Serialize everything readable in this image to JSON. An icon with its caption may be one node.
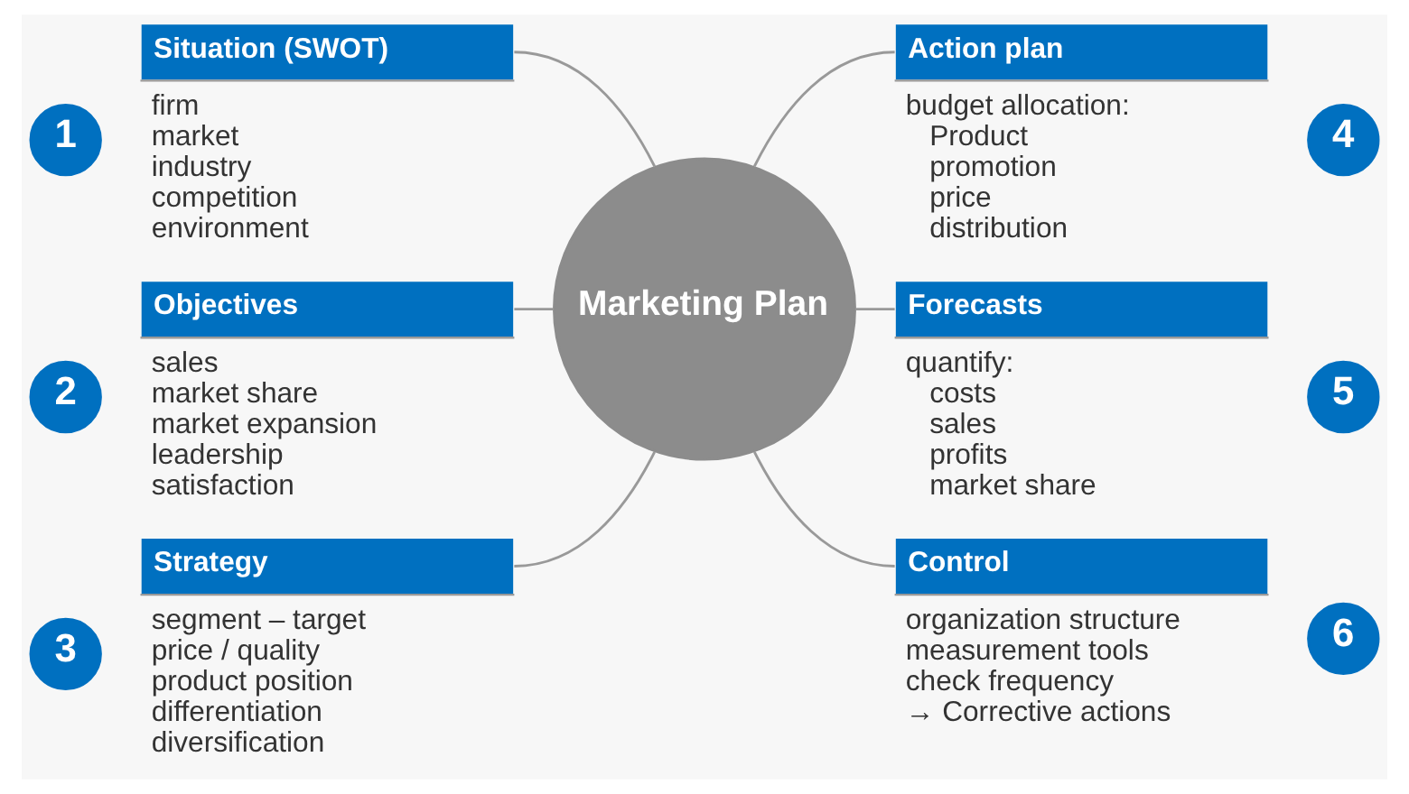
{
  "diagram": {
    "nodes": [
      {
        "text": [
          "1"
        ]
      },
      {
        "text": [
          "Situation (SWOT)"
        ],
        "beside": [
          "firm",
          "market",
          "industry",
          "competition",
          "environment"
        ]
      },
      {
        "text": [
          "Action plan"
        ],
        "beside": [
          "budget allocation:",
          "Product",
          "promotion",
          "price",
          "distribution"
        ]
      },
      {
        "text": [
          "4"
        ]
      },
      {
        "text": [
          "Marketing Plan"
        ]
      },
      {
        "text": [
          "2"
        ]
      },
      {
        "text": [
          "Objectives"
        ],
        "beside": [
          "sales",
          "market share",
          "market expansion",
          "leadership",
          "satisfaction"
        ]
      },
      {
        "text": [
          "Forecasts"
        ],
        "beside": [
          "quantify:",
          "costs",
          "sales",
          "profits",
          "market share"
        ]
      },
      {
        "text": [
          "5"
        ]
      },
      {
        "text": [
          "3"
        ]
      },
      {
        "text": [
          "Strategy"
        ],
        "beside": [
          "segment – target",
          "price / quality",
          "product position",
          "differentiation",
          "diversification"
        ]
      },
      {
        "text": [
          "Control"
        ],
        "beside": [
          "organization structure",
          "measurement tools",
          "check frequency",
          "→ Corrective actions"
        ]
      },
      {
        "text": [
          "6"
        ]
      }
    ],
    "edges": [
      {
        "from": 1,
        "to": 4,
        "arrow": "none"
      },
      {
        "from": 6,
        "to": 4,
        "arrow": "none"
      },
      {
        "from": 10,
        "to": 4,
        "arrow": "none"
      },
      {
        "from": 4,
        "to": 2,
        "arrow": "none"
      },
      {
        "from": 4,
        "to": 7,
        "arrow": "none"
      },
      {
        "from": 4,
        "to": 11,
        "arrow": "none"
      }
    ]
  }
}
